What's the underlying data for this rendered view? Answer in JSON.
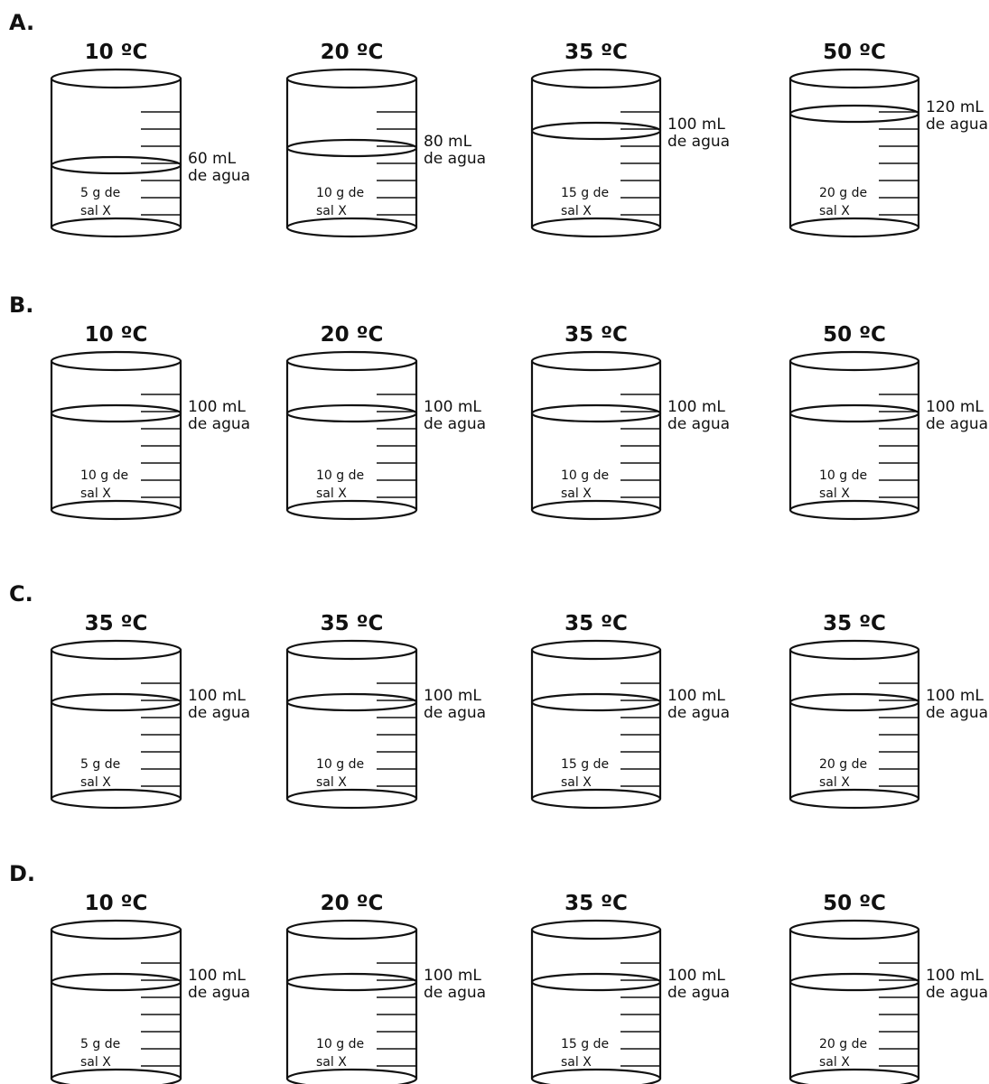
{
  "options": [
    {
      "label": "A.",
      "beakers": [
        {
          "temp": "10 ºC",
          "water_line1": "60 mL",
          "water_line2": "de agua",
          "salt_line1": "5 g de",
          "salt_line2": "sal X",
          "level_fraction": 0.6
        },
        {
          "temp": "20 ºC",
          "water_line1": "80 mL",
          "water_line2": "de agua",
          "salt_line1": "10 g de",
          "salt_line2": "sal X",
          "level_fraction": 0.8
        },
        {
          "temp": "35 ºC",
          "water_line1": "100 mL",
          "water_line2": "de agua",
          "salt_line1": "15 g de",
          "salt_line2": "sal X",
          "level_fraction": 1.0
        },
        {
          "temp": "50 ºC",
          "water_line1": "120 mL",
          "water_line2": "de agua",
          "salt_line1": "20 g de",
          "salt_line2": "sal X",
          "level_fraction": 1.2
        }
      ]
    },
    {
      "label": "B.",
      "beakers": [
        {
          "temp": "10 ºC",
          "water_line1": "100 mL",
          "water_line2": "de agua",
          "salt_line1": "10 g de",
          "salt_line2": "sal X",
          "level_fraction": 1.0
        },
        {
          "temp": "20 ºC",
          "water_line1": "100 mL",
          "water_line2": "de agua",
          "salt_line1": "10 g de",
          "salt_line2": "sal X",
          "level_fraction": 1.0
        },
        {
          "temp": "35 ºC",
          "water_line1": "100 mL",
          "water_line2": "de agua",
          "salt_line1": "10 g de",
          "salt_line2": "sal X",
          "level_fraction": 1.0
        },
        {
          "temp": "50 ºC",
          "water_line1": "100 mL",
          "water_line2": "de agua",
          "salt_line1": "10 g de",
          "salt_line2": "sal X",
          "level_fraction": 1.0
        }
      ]
    },
    {
      "label": "C.",
      "beakers": [
        {
          "temp": "35 ºC",
          "water_line1": "100 mL",
          "water_line2": "de agua",
          "salt_line1": "5 g de",
          "salt_line2": "sal X",
          "level_fraction": 1.0
        },
        {
          "temp": "35 ºC",
          "water_line1": "100 mL",
          "water_line2": "de agua",
          "salt_line1": "10 g de",
          "salt_line2": "sal X",
          "level_fraction": 1.0
        },
        {
          "temp": "35 ºC",
          "water_line1": "100 mL",
          "water_line2": "de agua",
          "salt_line1": "15 g de",
          "salt_line2": "sal X",
          "level_fraction": 1.0
        },
        {
          "temp": "35 ºC",
          "water_line1": "100 mL",
          "water_line2": "de agua",
          "salt_line1": "20 g de",
          "salt_line2": "sal X",
          "level_fraction": 1.0
        }
      ]
    },
    {
      "label": "D.",
      "beakers": [
        {
          "temp": "10 ºC",
          "water_line1": "100 mL",
          "water_line2": "de agua",
          "salt_line1": "5 g de",
          "salt_line2": "sal X",
          "level_fraction": 1.0
        },
        {
          "temp": "20 ºC",
          "water_line1": "100 mL",
          "water_line2": "de agua",
          "salt_line1": "10 g de",
          "salt_line2": "sal X",
          "level_fraction": 1.0
        },
        {
          "temp": "35 ºC",
          "water_line1": "100 mL",
          "water_line2": "de agua",
          "salt_line1": "15 g de",
          "salt_line2": "sal X",
          "level_fraction": 1.0
        },
        {
          "temp": "50 ºC",
          "water_line1": "100 mL",
          "water_line2": "de agua",
          "salt_line1": "20 g de",
          "salt_line2": "sal X",
          "level_fraction": 1.0
        }
      ]
    }
  ]
}
